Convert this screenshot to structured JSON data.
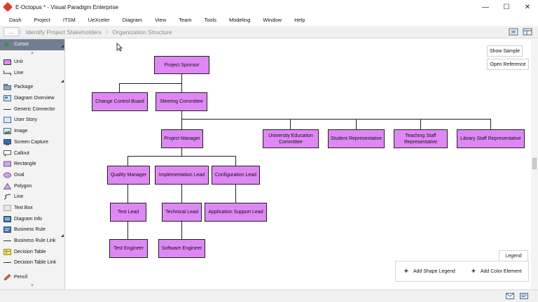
{
  "window": {
    "title": "E-Octopus * - Visual Paradigm Enterprise",
    "controls": {
      "minimize": "—",
      "maximize": "☐",
      "close": "✕"
    }
  },
  "menu": [
    "Dash",
    "Project",
    "ITSM",
    "UeXceler",
    "Diagram",
    "View",
    "Team",
    "Tools",
    "Modeling",
    "Window",
    "Help"
  ],
  "breadcrumb": {
    "more": "...",
    "items": [
      "Identify Project Stakeholders",
      "Organization Structure"
    ]
  },
  "palette": {
    "items": [
      {
        "label": "Cursor",
        "icon": "cursor-icon",
        "selected": true
      },
      {
        "label": "Unit",
        "icon": "unit-icon"
      },
      {
        "label": "Line",
        "icon": "line-icon"
      },
      {
        "label": "Package",
        "icon": "package-icon"
      },
      {
        "label": "Diagram Overview",
        "icon": "diagram-overview-icon"
      },
      {
        "label": "Generic Connector",
        "icon": "connector-icon"
      },
      {
        "label": "User Story",
        "icon": "user-story-icon"
      },
      {
        "label": "Image",
        "icon": "image-icon"
      },
      {
        "label": "Screen Capture",
        "icon": "screen-capture-icon"
      },
      {
        "label": "Callout",
        "icon": "callout-icon"
      },
      {
        "label": "Rectangle",
        "icon": "rectangle-icon"
      },
      {
        "label": "Oval",
        "icon": "oval-icon"
      },
      {
        "label": "Polygon",
        "icon": "polygon-icon"
      },
      {
        "label": "Line",
        "icon": "freeline-icon"
      },
      {
        "label": "Text Box",
        "icon": "text-box-icon"
      },
      {
        "label": "Diagram Info",
        "icon": "diagram-info-icon"
      },
      {
        "label": "Business Rule",
        "icon": "business-rule-icon"
      },
      {
        "label": "Business Rule Link",
        "icon": "business-rule-link-icon"
      },
      {
        "label": "Decision Table",
        "icon": "decision-table-icon"
      },
      {
        "label": "Decision Table Link",
        "icon": "decision-table-link-icon"
      },
      {
        "label": "Pencil",
        "icon": "pencil-icon"
      }
    ]
  },
  "canvas": {
    "show_sample": "Show Sample",
    "open_reference": "Open Reference",
    "nodes": {
      "project_sponsor": "Project Sponsor",
      "change_control_board": "Change Control Board",
      "steering_committee": "Steering Committee",
      "project_manager": "Project Manager",
      "university_education_committee": "University Education Committee",
      "student_representative": "Student Representative",
      "teaching_staff_representative": "Teaching Staff Representative",
      "library_staff_representative": "Library Staff Representative",
      "quality_manager": "Quality Manager",
      "implementation_lead": "Implementation Lead",
      "configuration_lead": "Configuration Lead",
      "test_lead": "Test Lead",
      "technical_lead": "Technical Lead",
      "application_support_lead": "Application Support Lead",
      "test_engineer": "Test Engineer",
      "software_engineer": "Software Engineer"
    },
    "node_color": "#df88f5",
    "legend": {
      "tab": "Legend",
      "add_shape": "Add Shape Legend",
      "add_color": "Add Color Element"
    }
  }
}
